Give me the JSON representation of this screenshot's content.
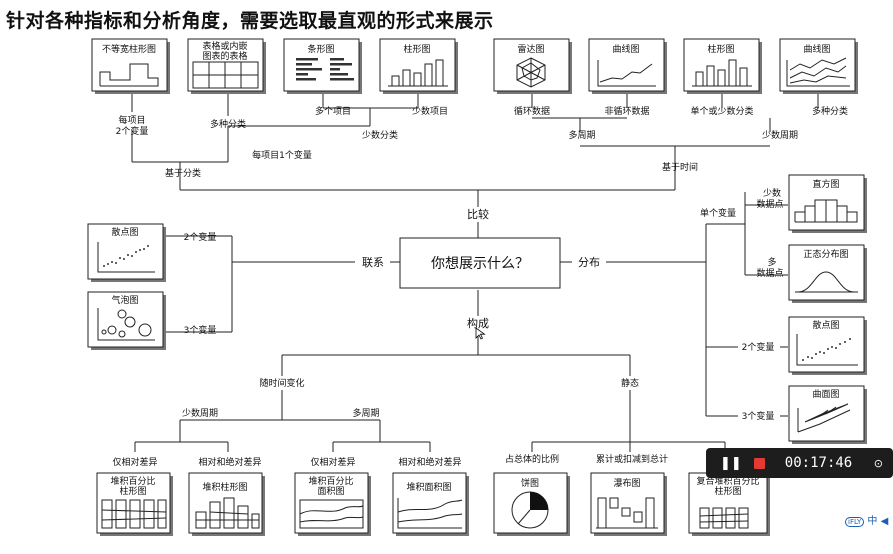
{
  "heading": "针对各种指标和分析角度，需要选取最直观的形式来展示",
  "center": "你想展示什么？",
  "branches": {
    "compare": "比较",
    "relation": "联系",
    "distribution": "分布",
    "composition": "构成"
  },
  "compare": {
    "by_category": "基于分类",
    "by_time": "基于时间",
    "per_item_one_var": "每项目1个变量",
    "per_item_two_var": [
      "每项目",
      "2个变量"
    ],
    "multi_category": "多种分类",
    "few_category": "少数分类",
    "many_items": "多个项目",
    "few_items": "少数项目",
    "many_periods": "多周期",
    "few_periods": "少数周期",
    "cyclic": "循环数据",
    "non_cyclic": "非循环数据",
    "single_or_few": "单个或少数分类",
    "multi_category_r": "多种分类",
    "charts": [
      "不等宽柱形图",
      [
        "表格或内嵌",
        "图表的表格"
      ],
      "条形图",
      "柱形图",
      "雷达图",
      "曲线图",
      "柱形图",
      "曲线图"
    ]
  },
  "relation": {
    "two_var": "2个变量",
    "three_var": "3个变量",
    "charts": [
      "散点图",
      "气泡图"
    ]
  },
  "distribution": {
    "single_var": "单个变量",
    "few_points": [
      "少数",
      "数据点"
    ],
    "many_points": [
      "多",
      "数据点"
    ],
    "two_var": "2个变量",
    "three_var": "3个变量",
    "charts": [
      "直方图",
      "正态分布图",
      "散点图",
      "曲面图"
    ]
  },
  "composition": {
    "over_time": "随时间变化",
    "static": "静态",
    "few_periods": "少数周期",
    "many_periods": "多周期",
    "rel_only_1": "仅相对差异",
    "rel_abs_1": "相对和绝对差异",
    "rel_only_2": "仅相对差异",
    "rel_abs_2": "相对和绝对差异",
    "share_total": "占总体的比例",
    "accumulate": "累计或扣减到总计",
    "charts": [
      [
        "堆积百分比",
        "柱形图"
      ],
      "堆积柱形图",
      [
        "堆积百分比",
        "面积图"
      ],
      "堆积面积图",
      "饼图",
      "瀑布图",
      [
        "复合堆积百分比",
        "柱形图"
      ]
    ]
  },
  "recorder": {
    "pause": "❚❚",
    "time": "00:17:46",
    "more": "⊙"
  },
  "ime": {
    "logo": "iFLY",
    "text": "中 ◀"
  }
}
